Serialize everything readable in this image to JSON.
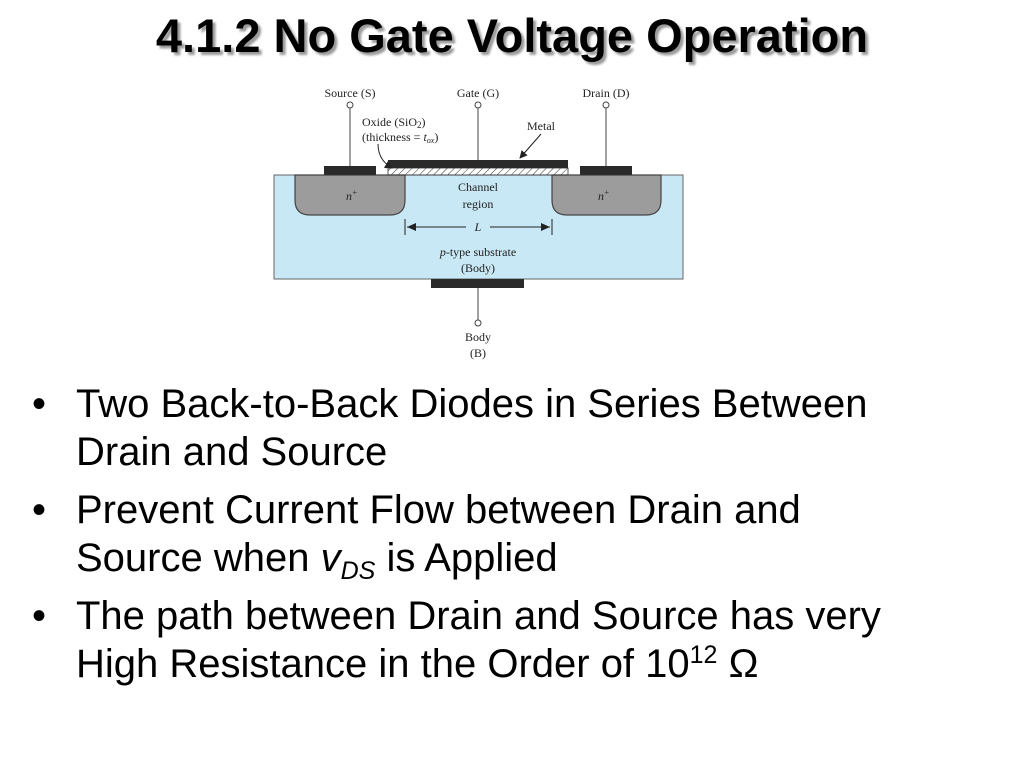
{
  "slide": {
    "title": "4.1.2 No Gate Voltage Operation"
  },
  "diagram": {
    "source_label": "Source (S)",
    "gate_label": "Gate (G)",
    "drain_label": "Drain (D)",
    "oxide_label_line1": "Oxide (SiO",
    "oxide_label_sub": "2",
    "oxide_label_end": ")",
    "oxide_label_line2_prefix": "(thickness = ",
    "oxide_label_line2_var": "t",
    "oxide_label_line2_sub": "ox",
    "oxide_label_line2_suffix": ")",
    "metal_label": "Metal",
    "channel_label_line1": "Channel",
    "channel_label_line2": "region",
    "n_left": "n",
    "n_right": "n",
    "n_sup": "+",
    "length_label": "L",
    "substrate_prefix": "p",
    "substrate_label": "-type substrate",
    "body_paren": "(Body)",
    "body_label": "Body",
    "body_letter": "(B)",
    "colors": {
      "substrate": "#c9e8f5",
      "n_region": "#9c9c9c",
      "metal": "#2a2a2a"
    }
  },
  "bullets": [
    {
      "bullet": "•",
      "line1": "Two Back-to-Back Diodes in Series Between",
      "line2": "Drain and Source"
    },
    {
      "bullet": "•",
      "line1": "Prevent Current Flow between Drain and",
      "line2_prefix": "Source when ",
      "var": "v",
      "var_sub": "DS",
      "line2_suffix": " is Applied"
    },
    {
      "bullet": "•",
      "line1": "The path between Drain and Source has very",
      "line2_prefix": "High Resistance in the Order of 10",
      "exp": "12",
      "line2_suffix": " Ω"
    }
  ]
}
